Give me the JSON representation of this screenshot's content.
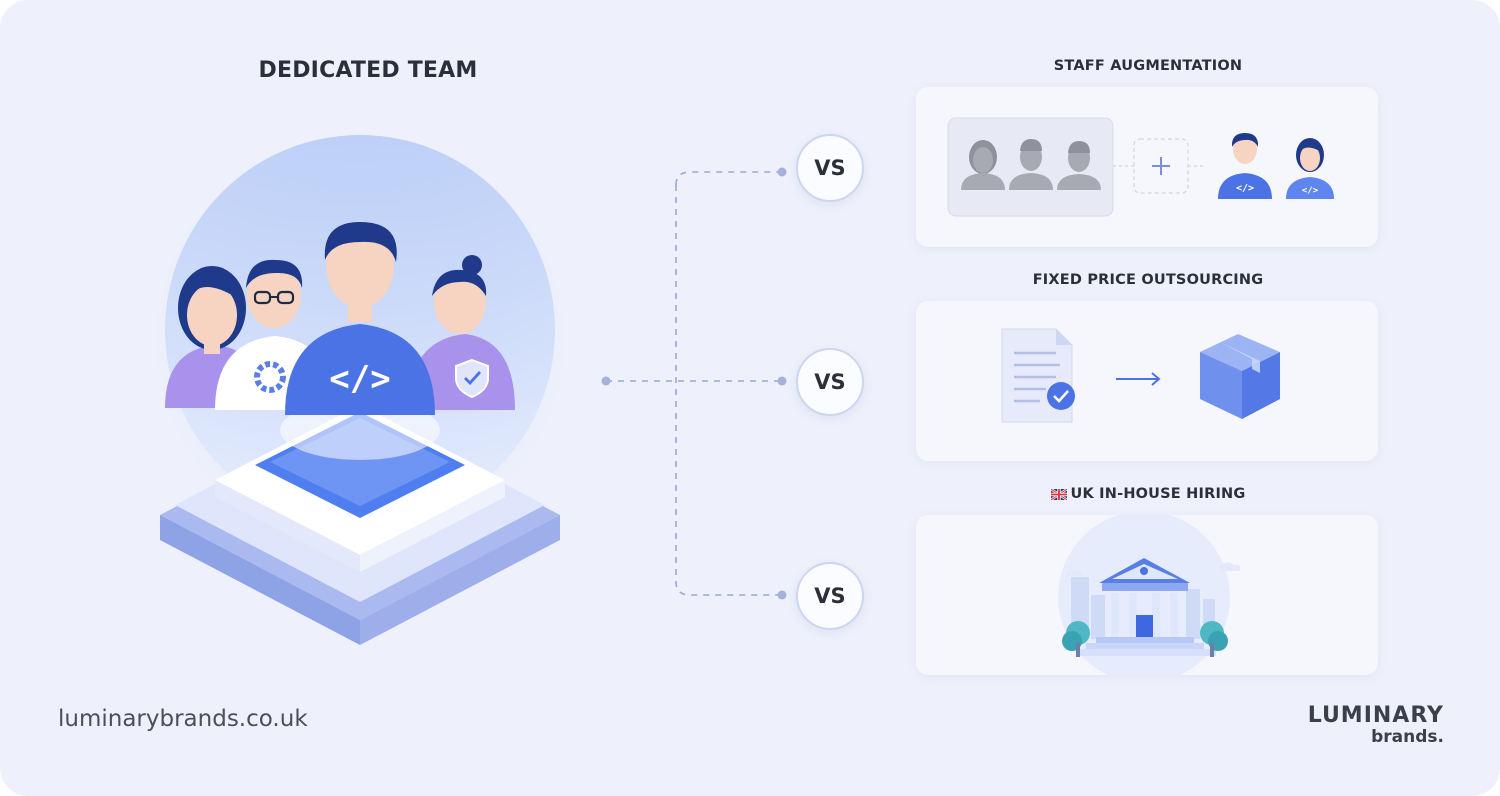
{
  "left": {
    "title": "DEDICATED TEAM",
    "code_symbol": "</>"
  },
  "options": [
    {
      "title": "STAFF AUGMENTATION",
      "vs_label": "VS",
      "icons": [
        "person-gray-icon",
        "person-gray-icon",
        "person-gray-icon",
        "plus-icon",
        "developer-male-icon",
        "developer-female-icon"
      ]
    },
    {
      "title": "FIXED PRICE OUTSOURCING",
      "vs_label": "VS",
      "icons": [
        "document-check-icon",
        "arrow-right-icon",
        "package-box-icon"
      ]
    },
    {
      "title": "UK IN-HOUSE HIRING",
      "vs_label": "VS",
      "flag": "uk-flag-icon",
      "icons": [
        "government-building-icon",
        "tree-icon"
      ]
    }
  ],
  "footer": {
    "domain": "luminarybrands.co.uk",
    "logo_top": "LUMINARY",
    "logo_bottom": "brands."
  },
  "colors": {
    "background": "#eef1fb",
    "accent_blue": "#4b73e6",
    "navy": "#1f3a8a",
    "purple": "#a89af0",
    "line": "#9aa7d6"
  }
}
